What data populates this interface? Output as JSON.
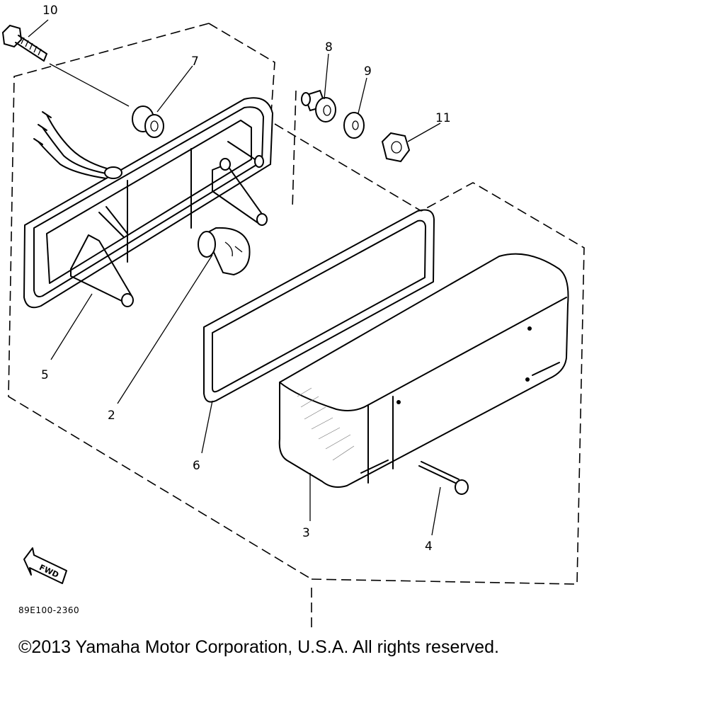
{
  "diagram": {
    "callouts": {
      "c1": "10",
      "c2": "7",
      "c3": "8",
      "c4": "9",
      "c5": "11",
      "c6": "5",
      "c7": "2",
      "c8": "6",
      "c9": "3",
      "c10": "4"
    },
    "fwd_label": "FWD",
    "drawing_code": "89E100-2360"
  },
  "copyright": "©2013 Yamaha Motor Corporation, U.S.A. All rights reserved."
}
